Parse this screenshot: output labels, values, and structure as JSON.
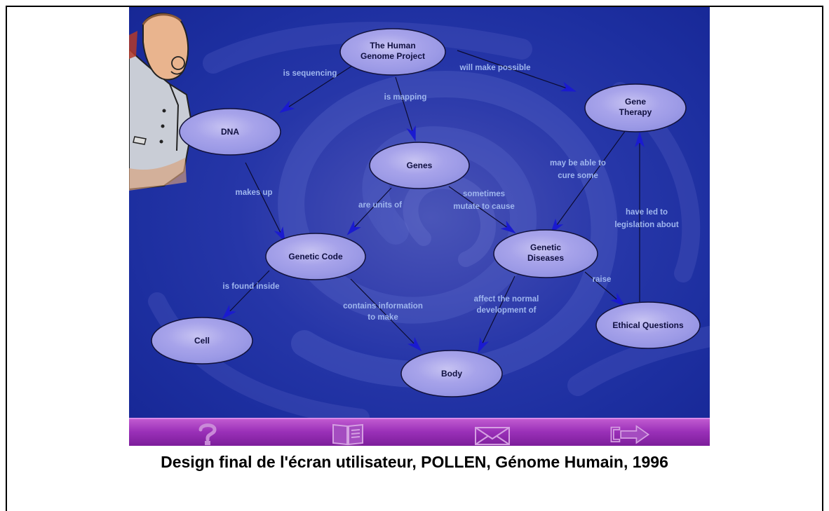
{
  "diagram": {
    "nodes": {
      "project": [
        "The Human",
        "Genome Project"
      ],
      "dna": "DNA",
      "genes": "Genes",
      "gene_therapy": [
        "Gene",
        "Therapy"
      ],
      "genetic_code": "Genetic Code",
      "genetic_diseases": [
        "Genetic",
        "Diseases"
      ],
      "cell": "Cell",
      "body": "Body",
      "ethical_questions": "Ethical Questions"
    },
    "edges": {
      "is_sequencing": "is sequencing",
      "is_mapping": "is mapping",
      "will_make_possible": "will make possible",
      "makes_up": "makes up",
      "are_units_of": "are units of",
      "sometimes_mutate": [
        "sometimes",
        "mutate to cause"
      ],
      "may_cure": [
        "may be able to",
        "cure some"
      ],
      "have_led_to": [
        "have led to",
        "legislation about"
      ],
      "is_found_inside": "is found inside",
      "contains_information": [
        "contains information",
        "to make"
      ],
      "affect_development": [
        "affect the normal",
        "development of"
      ],
      "raise": "raise"
    }
  },
  "toolbar": {
    "help_icon": "question-mark-icon",
    "book_icon": "book-icon",
    "mail_icon": "envelope-icon",
    "next_icon": "arrow-right-icon"
  },
  "caption": "Design final de l'écran utilisateur, POLLEN, Génome Humain, 1996",
  "colors": {
    "background": "#2233a8",
    "toolbar": "#9a30b8",
    "node_fill": "#a9a4e8",
    "edge_label": "#9fb6ee",
    "arrow": "#1a1ad0"
  }
}
